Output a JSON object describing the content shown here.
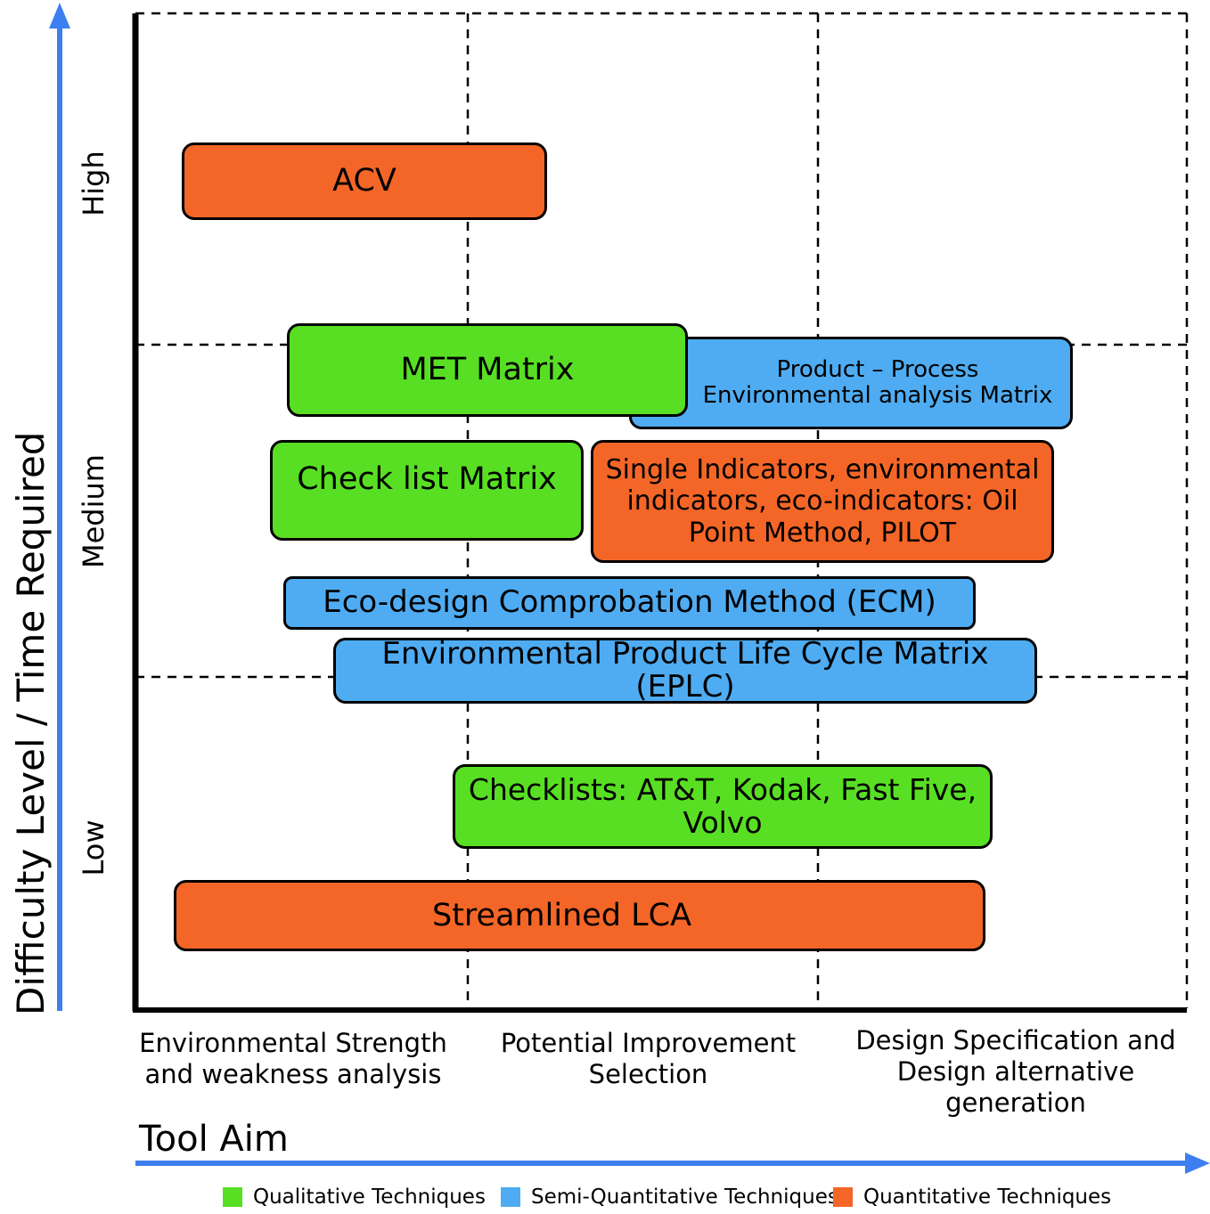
{
  "axes": {
    "y_title": "Difficulty Level / Time Required",
    "x_title": "Tool Aim",
    "y_levels": [
      "High",
      "Medium",
      "Low"
    ],
    "x_categories": [
      "Environmental Strength\nand weakness analysis",
      "Potential Improvement\nSelection",
      "Design Specification and\nDesign alternative\ngeneration"
    ]
  },
  "boxes": {
    "acv": "ACV",
    "met_matrix": "MET Matrix",
    "ppeam_line1": "Product – Process",
    "ppeam_line2": "Environmental analysis Matrix",
    "checklist_matrix": "Check list Matrix",
    "single_line1": "Single Indicators, environmental",
    "single_line2": "indicators, eco-indicators: Oil",
    "single_line3": "Point Method, PILOT",
    "ecm": "Eco-design Comprobation Method (ECM)",
    "eplc": "Environmental Product Life Cycle Matrix (EPLC)",
    "checklists_line1": "Checklists: AT&T, Kodak, Fast Five,",
    "checklists_line2": "Volvo",
    "streamlined": "Streamlined LCA"
  },
  "legend": {
    "qualitative": "Qualitative Techniques",
    "semi": "Semi-Quantitative Techniques",
    "quantitative": "Quantitative Techniques"
  },
  "colors": {
    "qualitative": "#58df23",
    "semi": "#4facf2",
    "quantitative": "#f46627",
    "axis_arrow": "#3d7ff0"
  }
}
